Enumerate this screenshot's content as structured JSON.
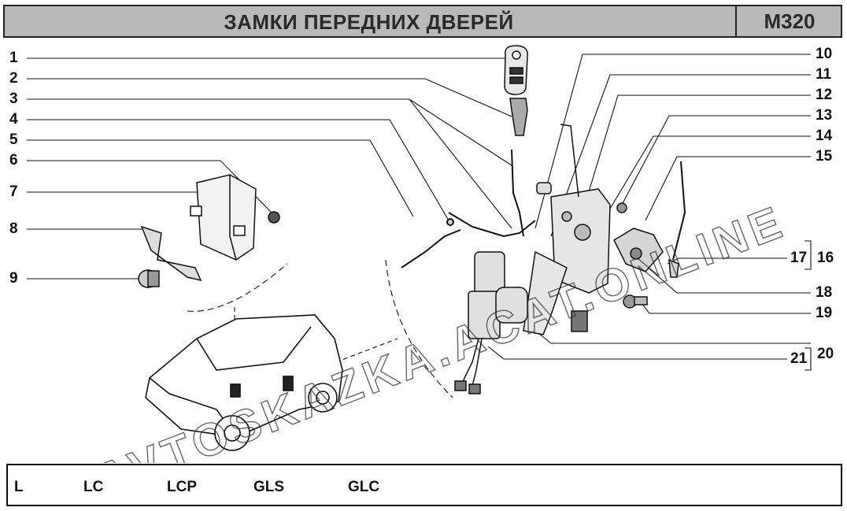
{
  "header": {
    "title": "ЗАМКИ ПЕРЕДНИХ ДВЕРЕЙ",
    "code": "M320"
  },
  "callouts": {
    "left": [
      "1",
      "2",
      "3",
      "4",
      "5",
      "6",
      "7",
      "8",
      "9"
    ],
    "right": [
      "10",
      "11",
      "12",
      "13",
      "14",
      "15",
      "16",
      "17",
      "18",
      "19",
      "20",
      "21"
    ]
  },
  "watermark": [
    "AVTOSKAZKA.ACAT.ONLINE"
  ],
  "variants": [
    "L",
    "LC",
    "LCP",
    "GLS",
    "GLC"
  ]
}
